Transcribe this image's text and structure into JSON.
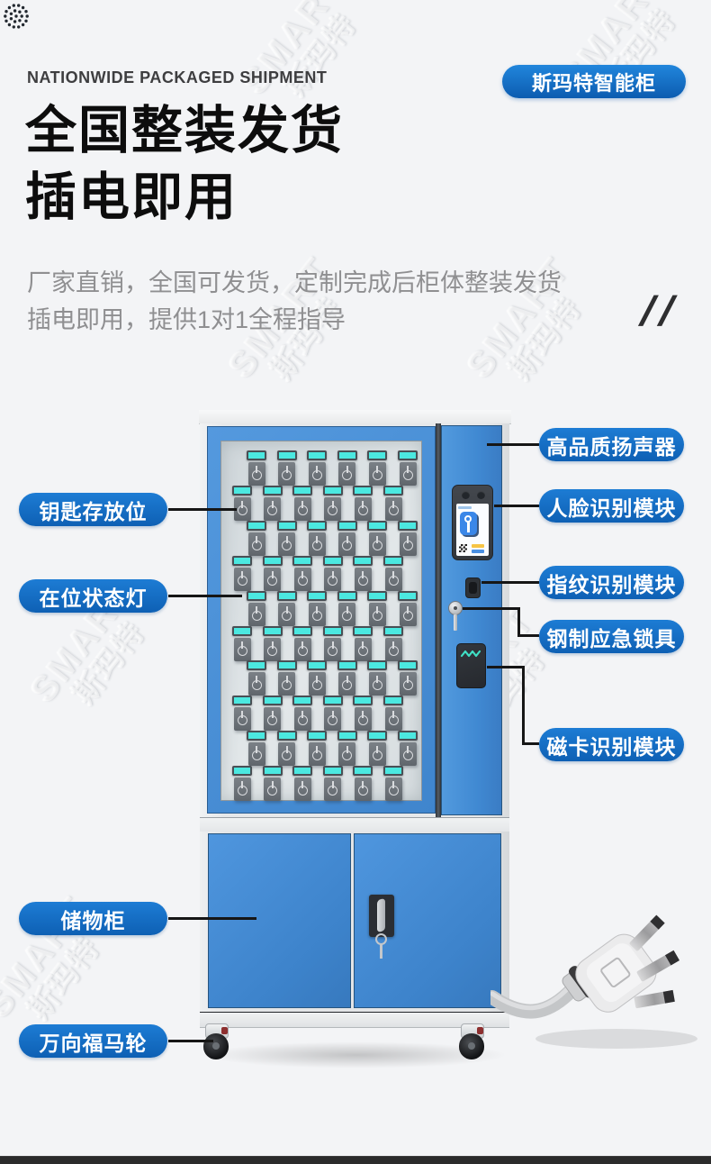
{
  "header": {
    "eyebrow": "NATIONWIDE PACKAGED SHIPMENT",
    "brand_badge": "斯玛特智能柜",
    "title_line1": "全国整装发货",
    "title_line2": "插电即用",
    "desc_line1": "厂家直销，全国可发货，定制完成后柜体整装发货",
    "desc_line2": "插电即用，提供1对1全程指导",
    "slashes": "//"
  },
  "watermark": {
    "latin": "SMART",
    "cjk": "斯玛特"
  },
  "callouts": {
    "left": [
      {
        "text": "钥匙存放位"
      },
      {
        "text": "在位状态灯"
      },
      {
        "text": "储物柜"
      },
      {
        "text": "万向福马轮"
      }
    ],
    "right": [
      {
        "text": "高品质扬声器"
      },
      {
        "text": "人脸识别模块"
      },
      {
        "text": "指纹识别模块"
      },
      {
        "text": "钢制应急锁具"
      },
      {
        "text": "磁卡识别模块"
      }
    ]
  },
  "cabinet": {
    "key_slot_rows": 10,
    "key_slot_cols": 6
  },
  "colors": {
    "accent_blue": "#1373c9",
    "accent_blue_dark": "#0d5cb0",
    "cabinet_blue": "#4890d8",
    "indicator_cyan": "#4be8e0",
    "footer_bar": "#2b2b2b"
  }
}
